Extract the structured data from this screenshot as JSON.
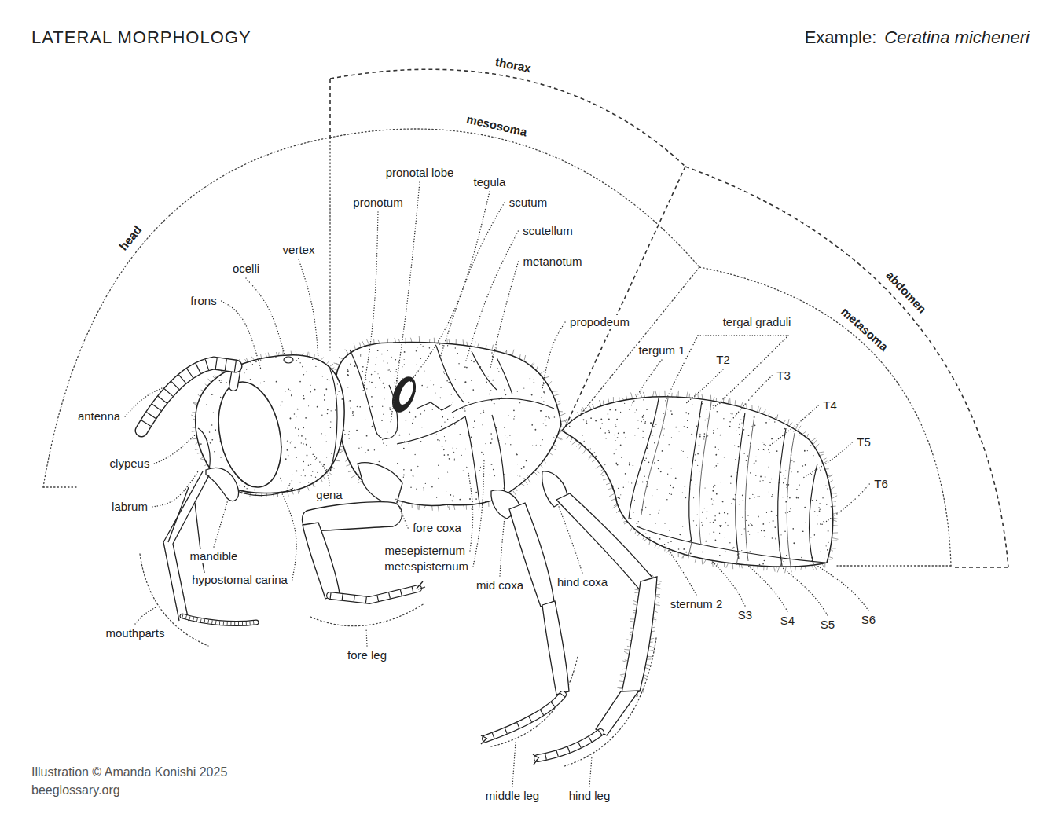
{
  "diagram": {
    "title": "LATERAL MORPHOLOGY",
    "labels": [
      "Example:",
      "Ceratina micheneri",
      "thorax",
      "mesosoma",
      "head",
      "abdomen",
      "metasoma",
      "pronotal lobe",
      "tegula",
      "pronotum",
      "scutum",
      "scutellum",
      "vertex",
      "ocelli",
      "metanotum",
      "frons",
      "propodeum",
      "tergal graduli",
      "tergum 1",
      "T2",
      "T3",
      "antenna",
      "T4",
      "clypeus",
      "T5",
      "T6",
      "labrum",
      "gena",
      "fore coxa",
      "mesepisternum",
      "metespisternum",
      "mandible",
      "hypostomal carina",
      "mid coxa",
      "hind coxa",
      "sternum 2",
      "S3",
      "S4",
      "S5",
      "S6",
      "mouthparts",
      "fore leg",
      "middle leg",
      "hind leg",
      "Illustration © Amanda Konishi 2025",
      "beeglossary.org"
    ]
  }
}
